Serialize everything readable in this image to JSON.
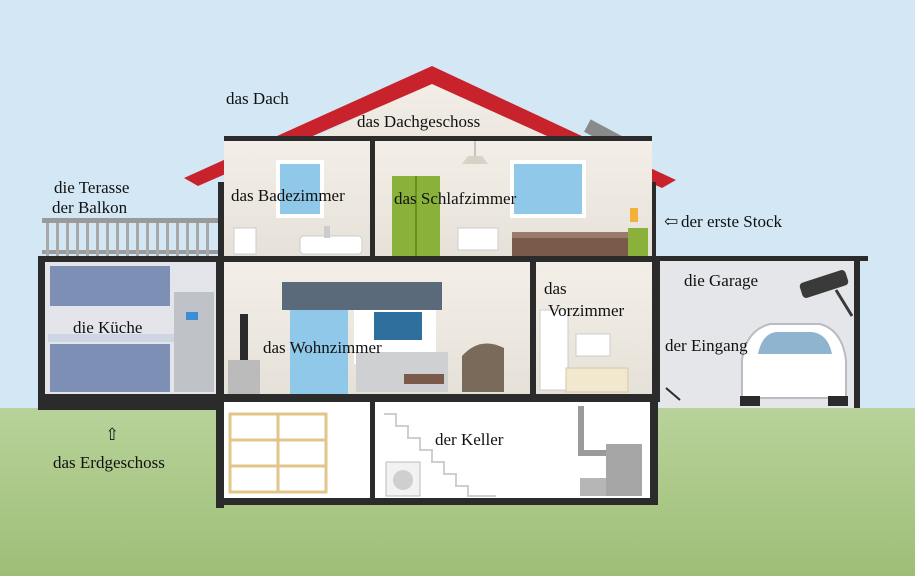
{
  "labels": {
    "roof": "das Dach",
    "attic": "das Dachgeschoss",
    "terrace": "die Terasse",
    "balcony": "der Balkon",
    "bathroom": "das Badezimmer",
    "bedroom": "das Schlafzimmer",
    "first_floor": "der erste Stock",
    "garage": "die Garage",
    "kitchen": "die Küche",
    "hallway_1": "das",
    "hallway_2": "Vorzimmer",
    "living_room": "das Wohnzimmer",
    "entrance": "der Eingang",
    "basement": "der Keller",
    "ground_floor": "das Erdgeschoss"
  },
  "arrows": {
    "first_floor_arrow": "⇦",
    "ground_floor_arrow": "⇧"
  },
  "icons": [
    "house-cross-section-illustration",
    "car-icon",
    "security-camera-icon",
    "washing-machine-icon",
    "television-icon",
    "armchair-icon",
    "refrigerator-icon",
    "bathtub-icon",
    "bed-icon",
    "wardrobe-icon",
    "boiler-icon",
    "shelf-icon"
  ],
  "colors": {
    "sky": "#cfe6f3",
    "grass": "#a4c47e",
    "roof": "#c8232c",
    "walls": "#eeeae3",
    "structure": "#2b2b2b"
  }
}
